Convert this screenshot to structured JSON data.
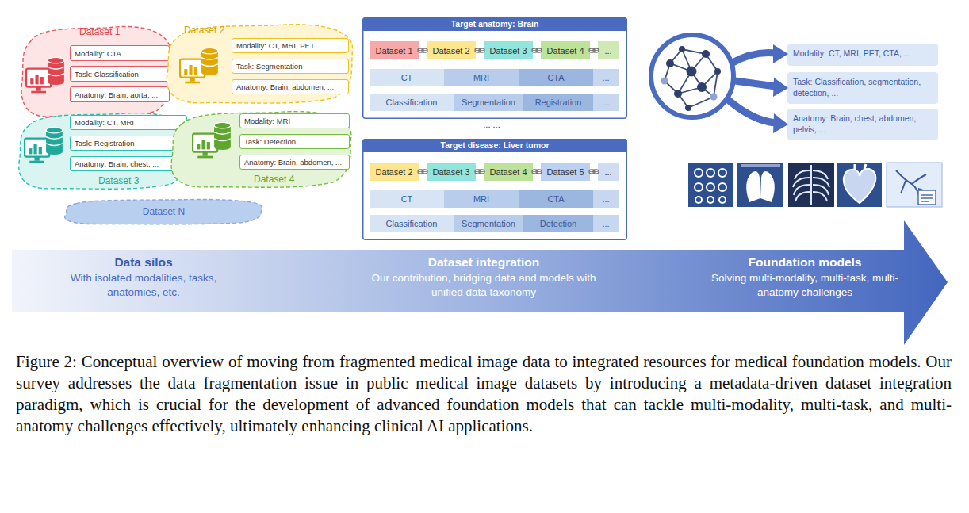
{
  "diagram": {
    "caption": "Figure 2: Conceptual overview of moving from fragmented medical image data to integrated resources for medical foundation models. Our survey addresses the data fragmentation issue in public medical image datasets by introducing a metadata-driven dataset integration paradigm, which is crucial for the development of advanced foundation models that can tackle multi-modality, multi-task, and multi-anatomy challenges effectively, ultimately enhancing clinical AI applications.",
    "nodes": [
      {
        "text": [
          "Dataset 1"
        ]
      },
      {
        "text": [
          "Modality: CTA"
        ],
        "in": 0
      },
      {
        "text": [
          "Task: Classification"
        ],
        "in": 0
      },
      {
        "text": [
          "Anatomy: Brain, aorta, ..."
        ],
        "in": 0
      },
      {
        "text": [
          "Dataset 2"
        ]
      },
      {
        "text": [
          "Modality: CT, MRI, PET"
        ],
        "in": 4
      },
      {
        "text": [
          "Task: Segmentation"
        ],
        "in": 4
      },
      {
        "text": [
          "Anatomy: Brain, abdomen, ..."
        ],
        "in": 4
      },
      {
        "text": [
          "Dataset 3"
        ]
      },
      {
        "text": [
          "Modality: CT, MRI"
        ],
        "in": 8
      },
      {
        "text": [
          "Task: Registration"
        ],
        "in": 8
      },
      {
        "text": [
          "Anatomy: Brain, chest, ..."
        ],
        "in": 8
      },
      {
        "text": [
          "Dataset 4"
        ]
      },
      {
        "text": [
          "Modality: MRI"
        ],
        "in": 12
      },
      {
        "text": [
          "Task: Detection"
        ],
        "in": 12
      },
      {
        "text": [
          "Anatomy: Brain, abdomen, ..."
        ],
        "in": 12
      },
      {
        "text": [
          "Dataset N"
        ]
      },
      {
        "text": [
          "Target anatomy: Brain"
        ]
      },
      {
        "text": [
          "Dataset 1"
        ],
        "in": 17
      },
      {
        "text": [
          "Dataset 2"
        ],
        "in": 17
      },
      {
        "text": [
          "Dataset 3"
        ],
        "in": 17
      },
      {
        "text": [
          "Dataset 4"
        ],
        "in": 17
      },
      {
        "text": [
          "..."
        ],
        "in": 17
      },
      {
        "text": [
          "CT"
        ],
        "in": 17
      },
      {
        "text": [
          "MRI"
        ],
        "in": 17
      },
      {
        "text": [
          "CTA"
        ],
        "in": 17
      },
      {
        "text": [
          "..."
        ],
        "in": 17
      },
      {
        "text": [
          "Classification"
        ],
        "in": 17
      },
      {
        "text": [
          "Segmentation"
        ],
        "in": 17
      },
      {
        "text": [
          "Registration"
        ],
        "in": 17
      },
      {
        "text": [
          "..."
        ],
        "in": 17
      },
      {
        "text": [
          "Target disease: Liver tumor"
        ]
      },
      {
        "text": [
          "Dataset 2"
        ],
        "in": 31
      },
      {
        "text": [
          "Dataset 3"
        ],
        "in": 31
      },
      {
        "text": [
          "Dataset 4"
        ],
        "in": 31
      },
      {
        "text": [
          "Dataset 5"
        ],
        "in": 31
      },
      {
        "text": [
          "..."
        ],
        "in": 31
      },
      {
        "text": [
          "CT"
        ],
        "in": 31
      },
      {
        "text": [
          "MRI"
        ],
        "in": 31
      },
      {
        "text": [
          "CTA"
        ],
        "in": 31
      },
      {
        "text": [
          "..."
        ],
        "in": 31
      },
      {
        "text": [
          "Classification"
        ],
        "in": 31
      },
      {
        "text": [
          "Segmentation"
        ],
        "in": 31
      },
      {
        "text": [
          "Detection"
        ],
        "in": 31
      },
      {
        "text": [
          "..."
        ],
        "in": 31
      },
      {
        "text": [
          "Modality: CT, MRI, PET, CTA, ..."
        ]
      },
      {
        "text": [
          "Task: Classification, segmentation, detection, ..."
        ]
      },
      {
        "text": [
          "Anatomy: Brain, chest, abdomen, pelvis, ..."
        ]
      },
      {
        "text": [
          "Data silos",
          "With isolated modalities, tasks, anatomies, etc.",
          "Dataset integration",
          "Our contribution, bridging data and models with unified data taxonomy",
          "Foundation models",
          "Solving multi-modality, multi-task, multi-anatomy challenges"
        ]
      }
    ],
    "edges": [
      {
        "from": 18,
        "to": 19,
        "arrow": "none"
      },
      {
        "from": 19,
        "to": 20,
        "arrow": "none"
      },
      {
        "from": 20,
        "to": 21,
        "arrow": "none"
      },
      {
        "from": 21,
        "to": 22,
        "arrow": "none"
      },
      {
        "from": 32,
        "to": 33,
        "arrow": "none"
      },
      {
        "from": 33,
        "to": 34,
        "arrow": "none"
      },
      {
        "from": 34,
        "to": 35,
        "arrow": "none"
      },
      {
        "from": 35,
        "to": 36,
        "arrow": "none"
      }
    ],
    "labels": [
      "... ..."
    ]
  }
}
